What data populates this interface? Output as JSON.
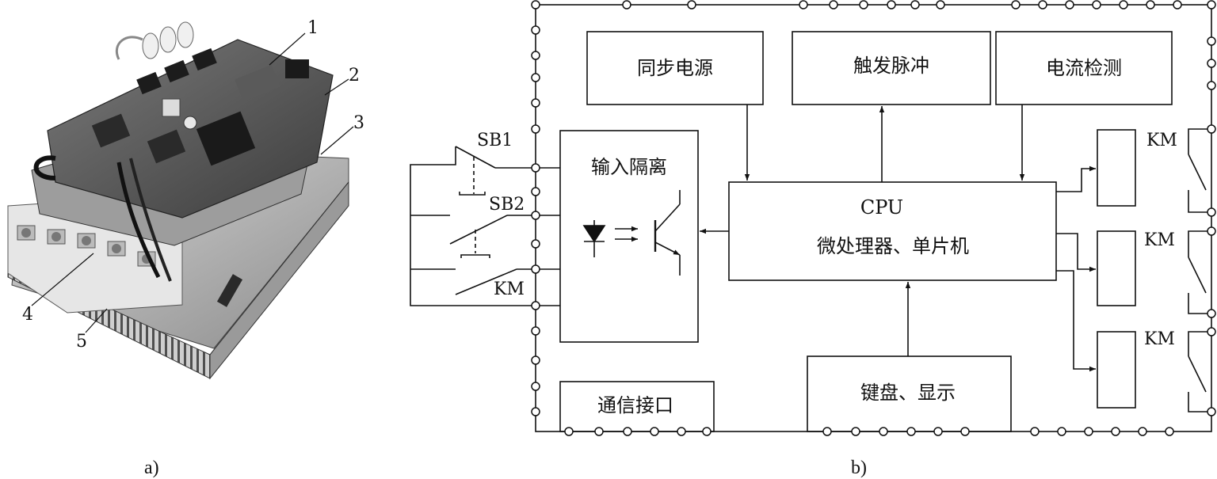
{
  "photo": {
    "callouts": [
      "1",
      "2",
      "3",
      "4",
      "5"
    ],
    "caption": "a)"
  },
  "diagram": {
    "caption": "b)",
    "blocks": {
      "sync_power": "同步电源",
      "trigger_pulse": "触发脉冲",
      "current_detect": "电流检测",
      "input_isolation": "输入隔离",
      "cpu_title": "CPU",
      "cpu_subtitle": "微处理器、单片机",
      "comm_interface": "通信接口",
      "keyboard_display": "键盘、显示"
    },
    "switches": {
      "sb1": "SB1",
      "sb2": "SB2",
      "km_input": "KM"
    },
    "relay_outputs": [
      "KM",
      "KM",
      "KM"
    ]
  }
}
